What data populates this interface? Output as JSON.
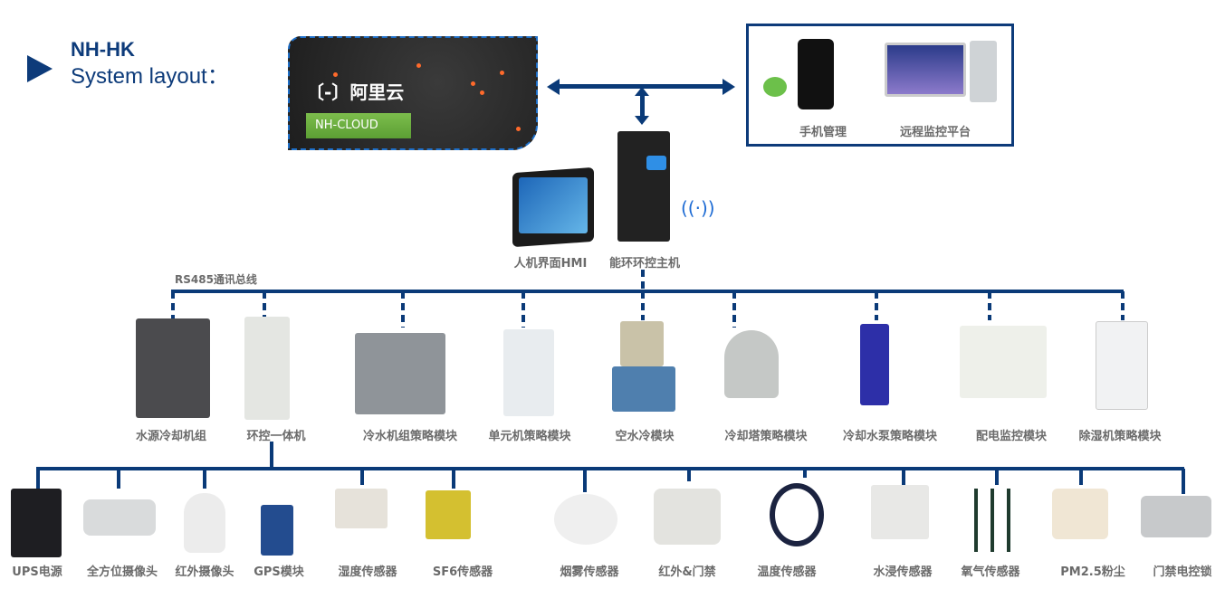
{
  "header": {
    "brand": "NH-HK",
    "subtitle": "System layout："
  },
  "cloud": {
    "logo_text": "阿里云",
    "badge": "NH-CLOUD"
  },
  "remote": {
    "items": [
      {
        "label": "手机管理",
        "icon": "wechat-phone"
      },
      {
        "label": "远程监控平台",
        "icon": "desktop-computer"
      }
    ]
  },
  "core": {
    "hmi_label": "人机界面HMI",
    "host_label": "能环环控主机",
    "wireless_icon": "wifi-antenna"
  },
  "bus": {
    "label": "RS485通讯总线"
  },
  "modules": [
    {
      "label": "水源冷却机组"
    },
    {
      "label": "环控一体机"
    },
    {
      "label": "冷水机组策略模块"
    },
    {
      "label": "单元机策略模块"
    },
    {
      "label": "空水冷模块"
    },
    {
      "label": "冷却塔策略模块"
    },
    {
      "label": "冷却水泵策略模块"
    },
    {
      "label": "配电监控模块"
    },
    {
      "label": "除湿机策略模块"
    }
  ],
  "sensors": [
    {
      "label": "UPS电源"
    },
    {
      "label": "全方位摄像头"
    },
    {
      "label": "红外摄像头"
    },
    {
      "label": "GPS模块"
    },
    {
      "label": "湿度传感器"
    },
    {
      "label": "SF6传感器"
    },
    {
      "label": "烟雾传感器"
    },
    {
      "label": "红外&门禁"
    },
    {
      "label": "温度传感器"
    },
    {
      "label": "水浸传感器"
    },
    {
      "label": "氧气传感器"
    },
    {
      "label": "PM2.5粉尘"
    },
    {
      "label": "门禁电控锁"
    }
  ],
  "colors": {
    "primary": "#0a3a78",
    "label": "#6b6b6b",
    "cloud_badge": "#6aad3e"
  }
}
